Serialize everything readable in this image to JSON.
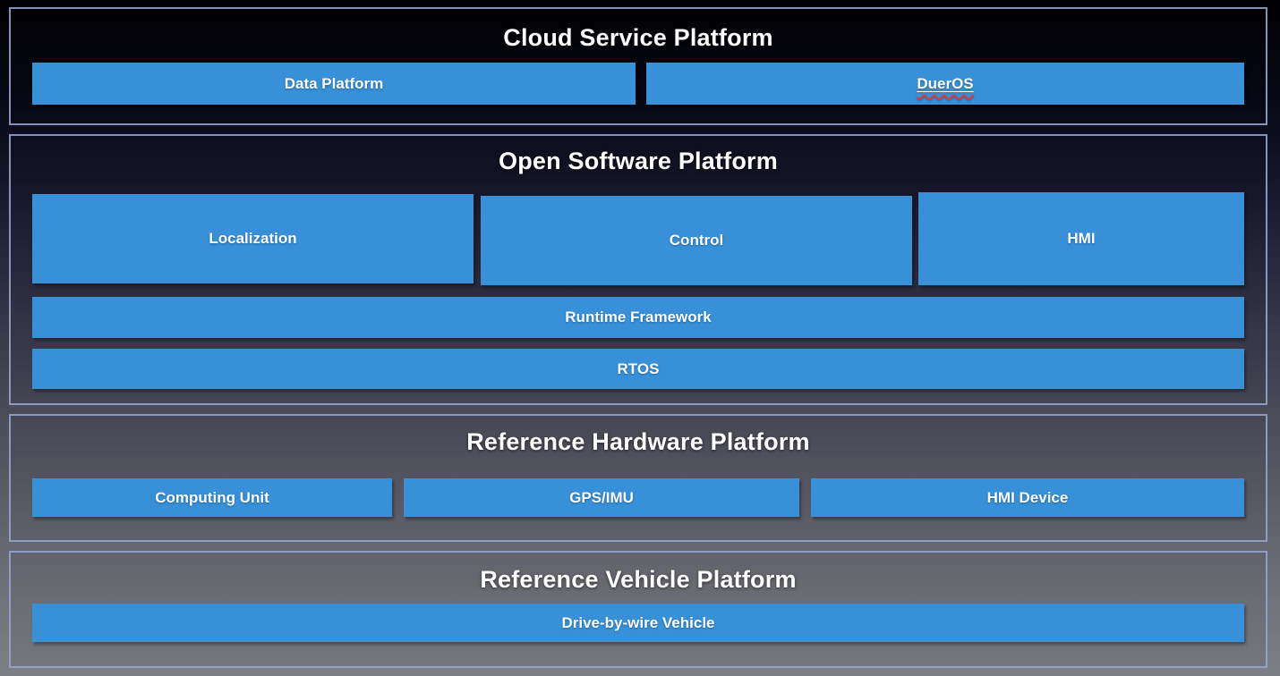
{
  "diagram": {
    "sections": [
      {
        "title": "Cloud Service Platform",
        "boxes": [
          {
            "label": "Data Platform"
          },
          {
            "label": "DuerOS",
            "spellcheck_flagged": true
          }
        ]
      },
      {
        "title": "Open Software Platform",
        "boxes": [
          {
            "label": "Localization"
          },
          {
            "label": "Control"
          },
          {
            "label": "HMI"
          },
          {
            "label": "Runtime Framework"
          },
          {
            "label": "RTOS"
          }
        ]
      },
      {
        "title": "Reference Hardware Platform",
        "boxes": [
          {
            "label": "Computing Unit"
          },
          {
            "label": "GPS/IMU"
          },
          {
            "label": "HMI Device"
          }
        ]
      },
      {
        "title": "Reference Vehicle Platform",
        "boxes": [
          {
            "label": "Drive-by-wire Vehicle"
          }
        ]
      }
    ],
    "colors": {
      "box_fill": "#3790d8",
      "box_text": "#ffffff",
      "section_border": "#94a6d0",
      "title_text": "#ffffff",
      "dueros_underline": "#ffffff",
      "spellcheck_wavy": "#e03a2f",
      "background_top": "#010103",
      "background_bottom": "#7e7e86"
    }
  }
}
